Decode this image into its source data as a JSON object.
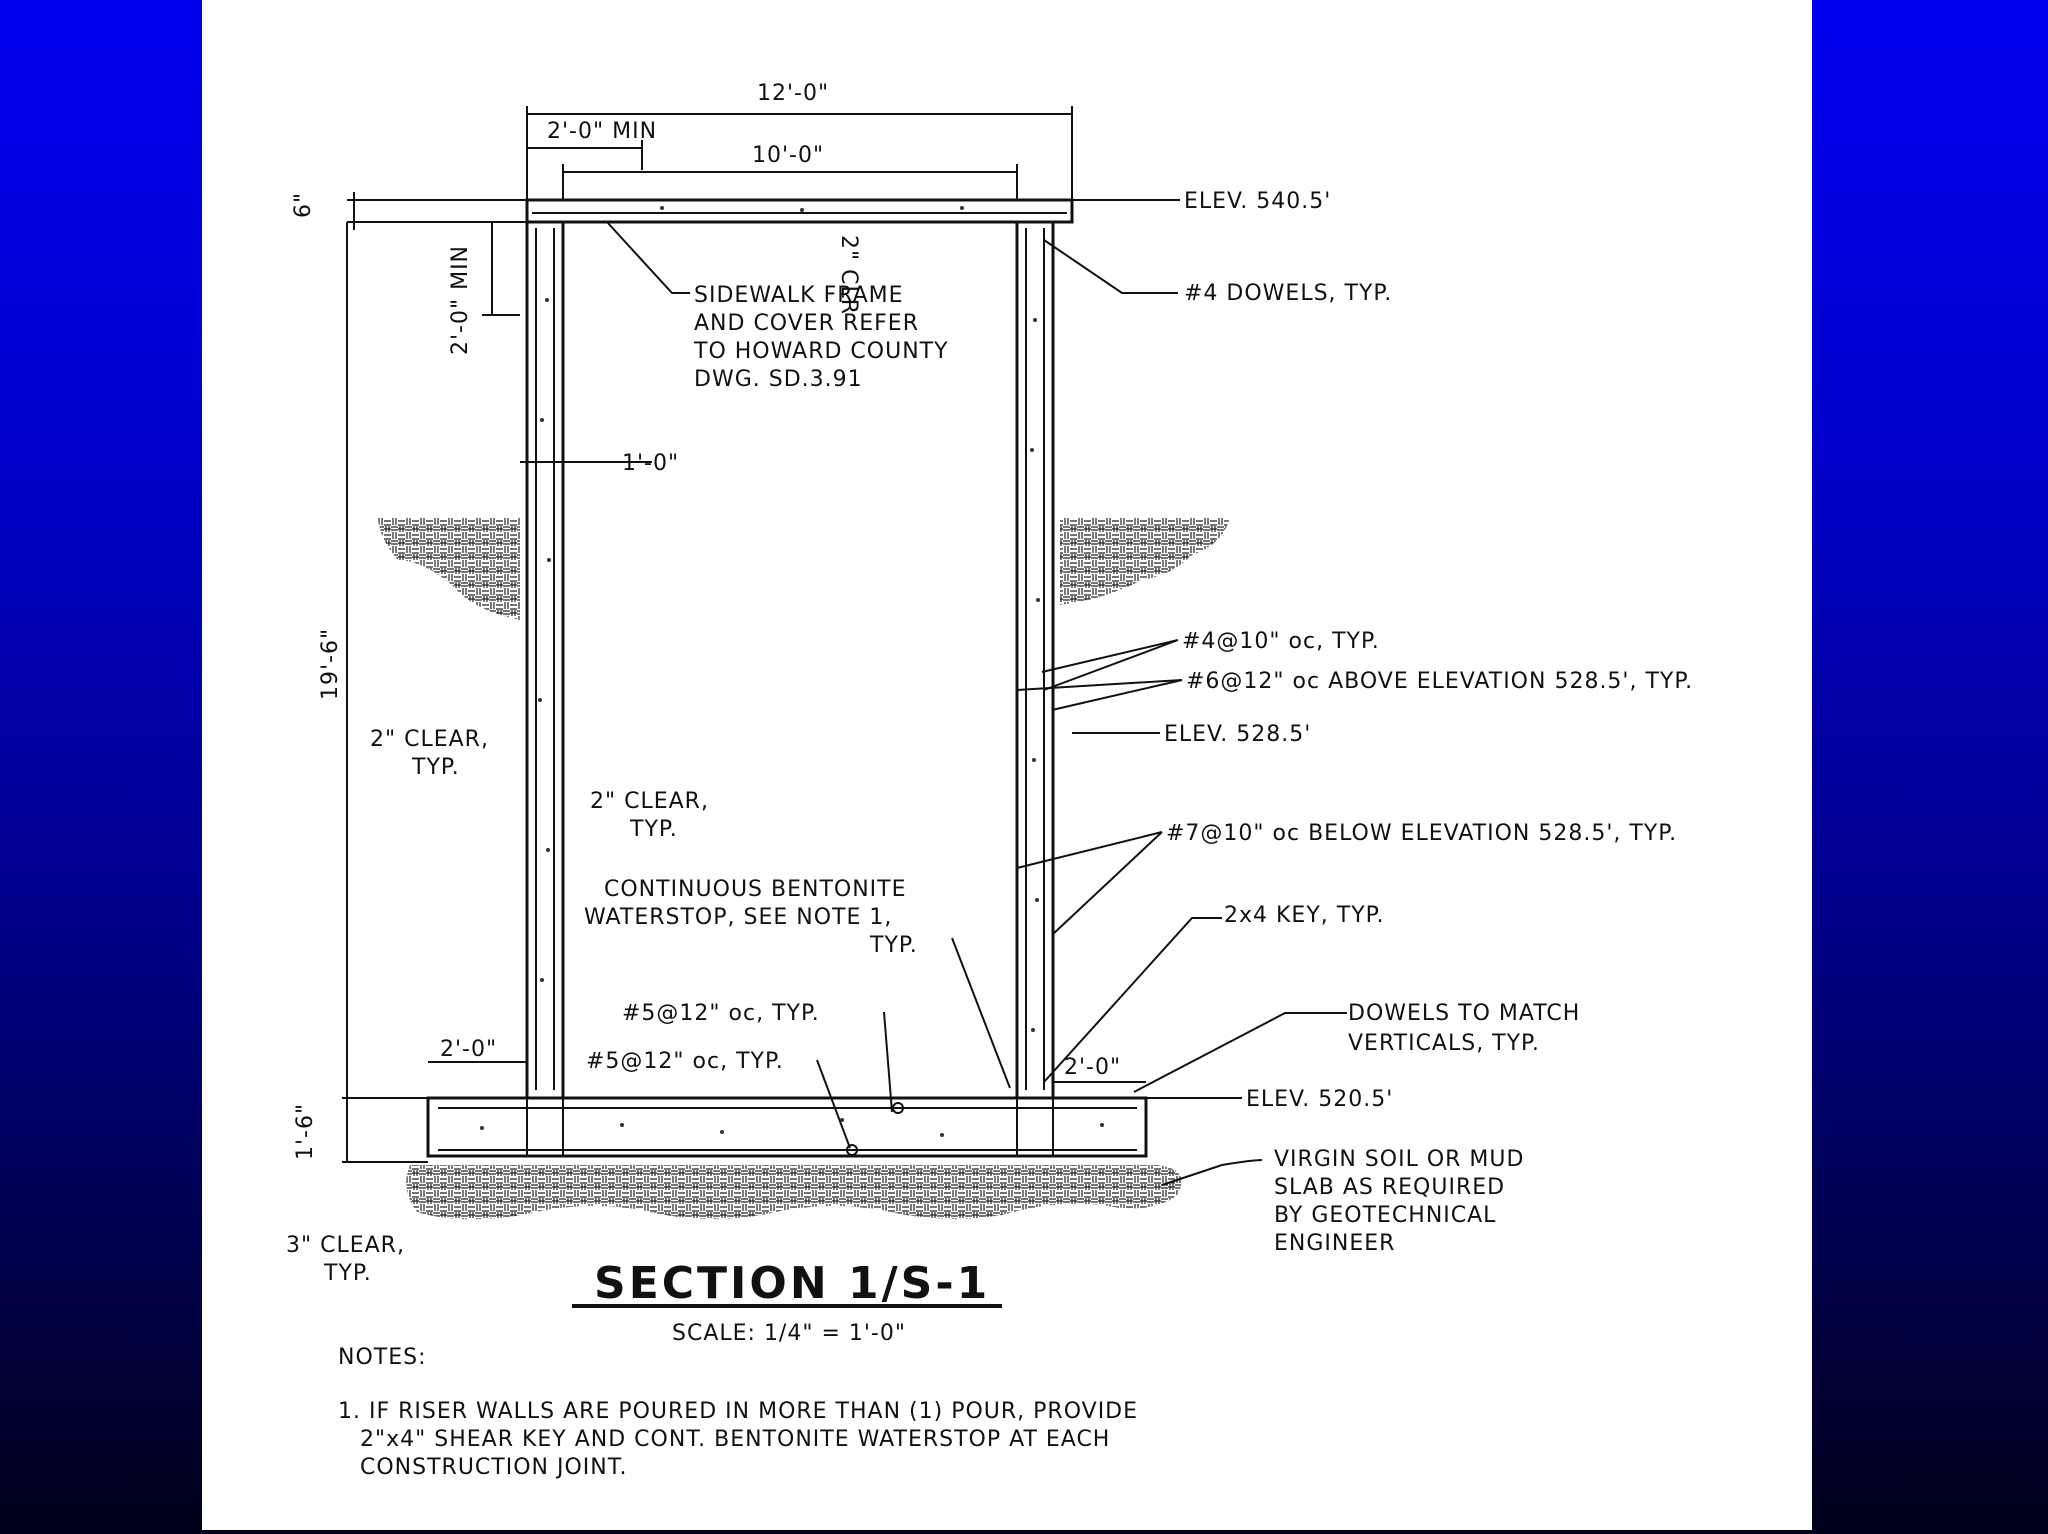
{
  "colors": {
    "background_top": "#0000f0",
    "background_bottom": "#000018",
    "sheet": "#ffffff",
    "ink": "#111111"
  },
  "dimensions": {
    "overall_width": "12'-0\"",
    "min_width": "2'-0\" MIN",
    "inner_width": "10'-0\"",
    "slab_thickness": "6\"",
    "frame_depth_min": "2'-0\" MIN",
    "wall_height": "19'-6\"",
    "base_thickness": "1'-6\"",
    "wall_thickness": "1'-0\"",
    "toe_left": "2'-0\"",
    "toe_right": "2'-0\""
  },
  "labels": {
    "elev_top": "ELEV. 540.5'",
    "dowels_4": "#4 DOWELS, TYP.",
    "sidewalk_1": "SIDEWALK FRAME",
    "sidewalk_2": "AND COVER REFER",
    "sidewalk_3": "TO HOWARD COUNTY",
    "sidewalk_4": "DWG. SD.3.91",
    "clr_top": "2\" CLR",
    "bar_4_10": "#4@10\" oc, TYP.",
    "bar_6_12": "#6@12\" oc ABOVE ELEVATION 528.5', TYP.",
    "elev_mid": "ELEV. 528.5'",
    "clear_left_1": "2\" CLEAR,",
    "clear_left_2": "TYP.",
    "clear_inner_1": "2\" CLEAR,",
    "clear_inner_2": "TYP.",
    "bar_7_10": "#7@10\" oc BELOW ELEVATION 528.5', TYP.",
    "waterstop_1": "CONTINUOUS BENTONITE",
    "waterstop_2": "WATERSTOP, SEE NOTE 1,",
    "waterstop_3": "TYP.",
    "key": "2x4 KEY, TYP.",
    "bar_5_top": "#5@12\" oc, TYP.",
    "bar_5_bot": "#5@12\" oc, TYP.",
    "dowels_match_1": "DOWELS TO MATCH",
    "dowels_match_2": "VERTICALS, TYP.",
    "elev_bottom": "ELEV. 520.5'",
    "soil_1": "VIRGIN SOIL OR MUD",
    "soil_2": "SLAB AS REQUIRED",
    "soil_3": "BY GEOTECHNICAL",
    "soil_4": "ENGINEER",
    "clear_bottom_1": "3\" CLEAR,",
    "clear_bottom_2": "TYP."
  },
  "title": "SECTION 1/S-1",
  "scale": "SCALE: 1/4\" = 1'-0\"",
  "notes": {
    "heading": "NOTES:",
    "line1": "1. IF RISER WALLS ARE POURED IN MORE THAN (1) POUR, PROVIDE",
    "line2": "2\"x4\" SHEAR KEY AND CONT. BENTONITE WATERSTOP AT EACH",
    "line3": "CONSTRUCTION JOINT."
  }
}
